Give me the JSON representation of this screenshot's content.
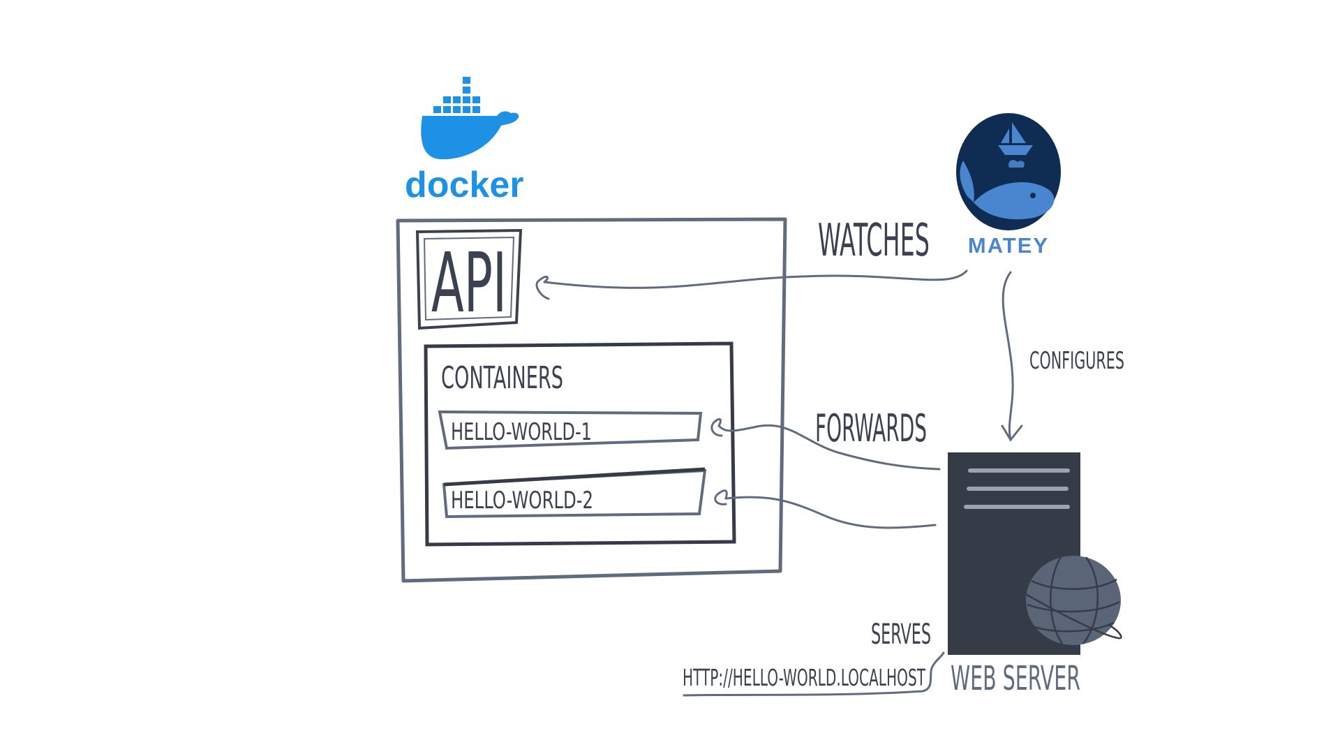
{
  "docker": {
    "logo_text": "docker",
    "color": "#1d91e6"
  },
  "matey": {
    "logo_text": "MATEY",
    "circle_color": "#0f2c52",
    "accent_color": "#4a86cf"
  },
  "api_box": {
    "label": "API"
  },
  "containers": {
    "title": "CONTAINERS",
    "items": [
      {
        "label": "HELLO-WORLD-1"
      },
      {
        "label": "HELLO-WORLD-2"
      }
    ]
  },
  "edges": {
    "watches": "WATCHES",
    "forwards": "FORWARDS",
    "configures": "CONFIGURES",
    "serves": "SERVES"
  },
  "url": "HTTP://HELLO-WORLD.LOCALHOST",
  "web_server": {
    "label": "WEB SERVER",
    "color": "#353c48",
    "globe_color": "#5b6578"
  },
  "line_color": "#5f6b7e"
}
